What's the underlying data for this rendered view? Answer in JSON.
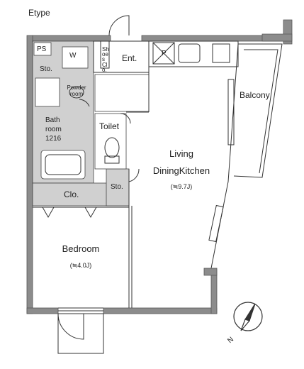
{
  "plan": {
    "type_label": "Etype",
    "rooms": {
      "ps": "PS",
      "washer": "W",
      "storage_top": "Sto.",
      "entrance": "Ent.",
      "shoes_closet": "Shoes Clo.",
      "powder_room": "Powder room",
      "bath_line1": "Bath",
      "bath_line2": "room",
      "bath_line3": "1216",
      "toilet": "Toilet",
      "balcony": "Balcony",
      "living": "Living",
      "dining_kitchen": "DiningKitchen",
      "ldk_area": "(≒9.7J)",
      "closet": "Clo.",
      "storage_mid": "Sto.",
      "bedroom": "Bedroom",
      "bedroom_area": "(≒4.0J)",
      "p_mark": "P",
      "compass_n": "N"
    },
    "colors": {
      "wall": "#8c8c8c",
      "wet_area": "#d0d0d0",
      "line": "#333333",
      "background": "#ffffff"
    }
  }
}
